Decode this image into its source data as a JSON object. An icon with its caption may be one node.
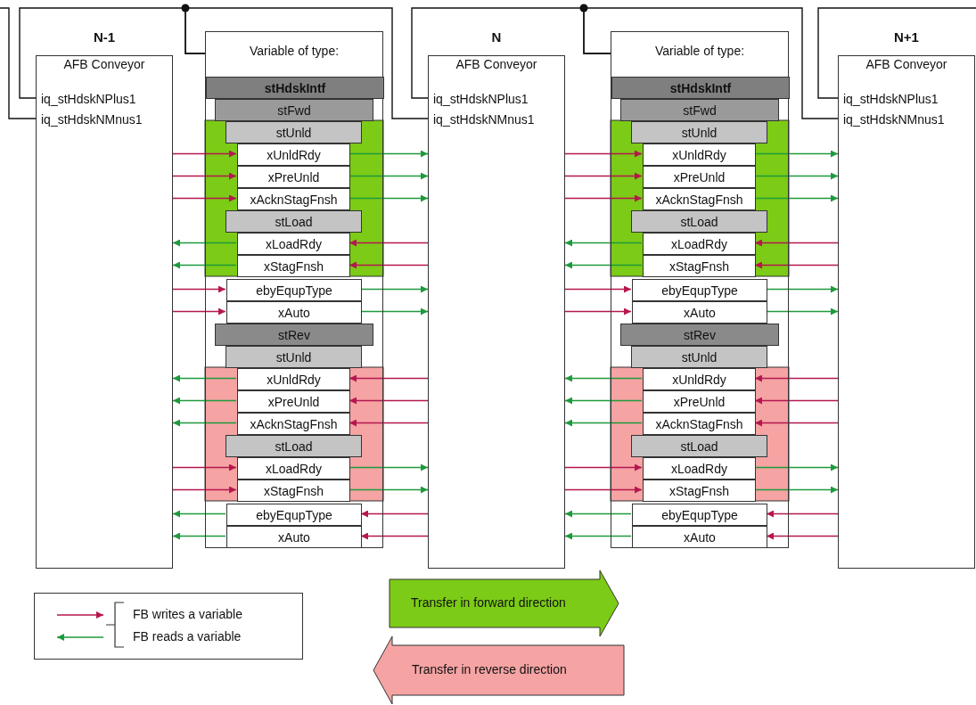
{
  "diagram": {
    "nodes": [
      {
        "text": [
          "N-1",
          "AFB Conveyor"
        ]
      },
      {
        "text": [
          "iq_stHdskNPlus1"
        ],
        "in": 0
      },
      {
        "text": [
          "iq_stHdskNMnus1"
        ],
        "in": 0
      },
      {
        "text": [
          "Variable of type:"
        ]
      },
      {
        "text": [
          "stHdskIntf"
        ],
        "in": 3
      },
      {
        "text": [
          "stFwd"
        ],
        "in": 3
      },
      {
        "text": [
          "stUnld"
        ],
        "in": 3
      },
      {
        "text": [
          "xUnldRdy"
        ],
        "in": 3
      },
      {
        "text": [
          "xPreUnld"
        ],
        "in": 3
      },
      {
        "text": [
          "xAcknStagFnsh"
        ],
        "in": 3
      },
      {
        "text": [
          "stLoad"
        ],
        "in": 3
      },
      {
        "text": [
          "xLoadRdy"
        ],
        "in": 3
      },
      {
        "text": [
          "xStagFnsh"
        ],
        "in": 3
      },
      {
        "text": [
          "ebyEqupType"
        ],
        "in": 3
      },
      {
        "text": [
          "xAuto"
        ],
        "in": 3
      },
      {
        "text": [
          "stRev"
        ],
        "in": 3
      },
      {
        "text": [
          "stUnld"
        ],
        "in": 3
      },
      {
        "text": [
          "xUnldRdy"
        ],
        "in": 3
      },
      {
        "text": [
          "xPreUnld"
        ],
        "in": 3
      },
      {
        "text": [
          "xAcknStagFnsh"
        ],
        "in": 3
      },
      {
        "text": [
          "stLoad"
        ],
        "in": 3
      },
      {
        "text": [
          "xLoadRdy"
        ],
        "in": 3
      },
      {
        "text": [
          "xStagFnsh"
        ],
        "in": 3
      },
      {
        "text": [
          "ebyEqupType"
        ],
        "in": 3
      },
      {
        "text": [
          "xAuto"
        ],
        "in": 3
      },
      {
        "text": [
          "N",
          "AFB Conveyor"
        ]
      },
      {
        "text": [
          "iq_stHdskNPlus1"
        ],
        "in": 25
      },
      {
        "text": [
          "iq_stHdskNMnus1"
        ],
        "in": 25
      },
      {
        "text": [
          "Variable of type:"
        ]
      },
      {
        "text": [
          "stHdskIntf"
        ],
        "in": 28
      },
      {
        "text": [
          "stFwd"
        ],
        "in": 28
      },
      {
        "text": [
          "stUnld"
        ],
        "in": 28
      },
      {
        "text": [
          "xUnldRdy"
        ],
        "in": 28
      },
      {
        "text": [
          "xPreUnld"
        ],
        "in": 28
      },
      {
        "text": [
          "xAcknStagFnsh"
        ],
        "in": 28
      },
      {
        "text": [
          "stLoad"
        ],
        "in": 28
      },
      {
        "text": [
          "xLoadRdy"
        ],
        "in": 28
      },
      {
        "text": [
          "xStagFnsh"
        ],
        "in": 28
      },
      {
        "text": [
          "ebyEqupType"
        ],
        "in": 28
      },
      {
        "text": [
          "xAuto"
        ],
        "in": 28
      },
      {
        "text": [
          "stRev"
        ],
        "in": 28
      },
      {
        "text": [
          "stUnld"
        ],
        "in": 28
      },
      {
        "text": [
          "xUnldRdy"
        ],
        "in": 28
      },
      {
        "text": [
          "xPreUnld"
        ],
        "in": 28
      },
      {
        "text": [
          "xAcknStagFnsh"
        ],
        "in": 28
      },
      {
        "text": [
          "stLoad"
        ],
        "in": 28
      },
      {
        "text": [
          "xLoadRdy"
        ],
        "in": 28
      },
      {
        "text": [
          "xStagFnsh"
        ],
        "in": 28
      },
      {
        "text": [
          "ebyEqupType"
        ],
        "in": 28
      },
      {
        "text": [
          "xAuto"
        ],
        "in": 28
      },
      {
        "text": [
          "N+1",
          "AFB Conveyor"
        ]
      },
      {
        "text": [
          "iq_stHdskNPlus1"
        ],
        "in": 50
      },
      {
        "text": [
          "iq_stHdskNMnus1"
        ],
        "in": 50
      },
      {
        "text": [
          "Transfer in forward direction"
        ]
      },
      {
        "text": [
          "Transfer in reverse direction"
        ]
      }
    ],
    "edges": [
      {
        "from": null,
        "to": 2,
        "arrow": "none",
        "color": "#111111"
      },
      {
        "from": 1,
        "to": 3,
        "arrow": "none",
        "color": "#111111"
      },
      {
        "from": 27,
        "to": 3,
        "arrow": "none",
        "color": "#111111"
      },
      {
        "from": 26,
        "to": 28,
        "arrow": "none",
        "color": "#111111"
      },
      {
        "from": 52,
        "to": 28,
        "arrow": "none",
        "color": "#111111"
      },
      {
        "from": 51,
        "to": null,
        "arrow": "none",
        "color": "#111111"
      },
      {
        "from": 0,
        "to": 7,
        "arrow": "to",
        "color": "#b5174f"
      },
      {
        "from": 7,
        "to": 25,
        "arrow": "to",
        "color": "#1e9a3c"
      },
      {
        "from": 0,
        "to": 8,
        "arrow": "to",
        "color": "#b5174f"
      },
      {
        "from": 8,
        "to": 25,
        "arrow": "to",
        "color": "#1e9a3c"
      },
      {
        "from": 0,
        "to": 9,
        "arrow": "to",
        "color": "#b5174f"
      },
      {
        "from": 9,
        "to": 25,
        "arrow": "to",
        "color": "#1e9a3c"
      },
      {
        "from": 11,
        "to": 0,
        "arrow": "to",
        "color": "#1e9a3c"
      },
      {
        "from": 25,
        "to": 11,
        "arrow": "to",
        "color": "#b5174f"
      },
      {
        "from": 12,
        "to": 0,
        "arrow": "to",
        "color": "#1e9a3c"
      },
      {
        "from": 25,
        "to": 12,
        "arrow": "to",
        "color": "#b5174f"
      },
      {
        "from": 0,
        "to": 13,
        "arrow": "to",
        "color": "#b5174f"
      },
      {
        "from": 13,
        "to": 25,
        "arrow": "to",
        "color": "#1e9a3c"
      },
      {
        "from": 0,
        "to": 14,
        "arrow": "to",
        "color": "#b5174f"
      },
      {
        "from": 14,
        "to": 25,
        "arrow": "to",
        "color": "#1e9a3c"
      },
      {
        "from": 17,
        "to": 0,
        "arrow": "to",
        "color": "#1e9a3c"
      },
      {
        "from": 25,
        "to": 17,
        "arrow": "to",
        "color": "#b5174f"
      },
      {
        "from": 18,
        "to": 0,
        "arrow": "to",
        "color": "#1e9a3c"
      },
      {
        "from": 25,
        "to": 18,
        "arrow": "to",
        "color": "#b5174f"
      },
      {
        "from": 19,
        "to": 0,
        "arrow": "to",
        "color": "#1e9a3c"
      },
      {
        "from": 25,
        "to": 19,
        "arrow": "to",
        "color": "#b5174f"
      },
      {
        "from": 0,
        "to": 21,
        "arrow": "to",
        "color": "#b5174f"
      },
      {
        "from": 21,
        "to": 25,
        "arrow": "to",
        "color": "#1e9a3c"
      },
      {
        "from": 0,
        "to": 22,
        "arrow": "to",
        "color": "#b5174f"
      },
      {
        "from": 22,
        "to": 25,
        "arrow": "to",
        "color": "#1e9a3c"
      },
      {
        "from": 23,
        "to": 0,
        "arrow": "to",
        "color": "#1e9a3c"
      },
      {
        "from": 25,
        "to": 23,
        "arrow": "to",
        "color": "#b5174f"
      },
      {
        "from": 24,
        "to": 0,
        "arrow": "to",
        "color": "#1e9a3c"
      },
      {
        "from": 25,
        "to": 24,
        "arrow": "to",
        "color": "#b5174f"
      },
      {
        "from": 25,
        "to": 32,
        "arrow": "to",
        "color": "#b5174f"
      },
      {
        "from": 32,
        "to": 50,
        "arrow": "to",
        "color": "#1e9a3c"
      },
      {
        "from": 25,
        "to": 33,
        "arrow": "to",
        "color": "#b5174f"
      },
      {
        "from": 33,
        "to": 50,
        "arrow": "to",
        "color": "#1e9a3c"
      },
      {
        "from": 25,
        "to": 34,
        "arrow": "to",
        "color": "#b5174f"
      },
      {
        "from": 34,
        "to": 50,
        "arrow": "to",
        "color": "#1e9a3c"
      },
      {
        "from": 36,
        "to": 25,
        "arrow": "to",
        "color": "#1e9a3c"
      },
      {
        "from": 50,
        "to": 36,
        "arrow": "to",
        "color": "#b5174f"
      },
      {
        "from": 37,
        "to": 25,
        "arrow": "to",
        "color": "#1e9a3c"
      },
      {
        "from": 50,
        "to": 37,
        "arrow": "to",
        "color": "#b5174f"
      },
      {
        "from": 25,
        "to": 38,
        "arrow": "to",
        "color": "#b5174f"
      },
      {
        "from": 38,
        "to": 50,
        "arrow": "to",
        "color": "#1e9a3c"
      },
      {
        "from": 25,
        "to": 39,
        "arrow": "to",
        "color": "#b5174f"
      },
      {
        "from": 39,
        "to": 50,
        "arrow": "to",
        "color": "#1e9a3c"
      },
      {
        "from": 42,
        "to": 25,
        "arrow": "to",
        "color": "#1e9a3c"
      },
      {
        "from": 50,
        "to": 42,
        "arrow": "to",
        "color": "#b5174f"
      },
      {
        "from": 43,
        "to": 25,
        "arrow": "to",
        "color": "#1e9a3c"
      },
      {
        "from": 50,
        "to": 43,
        "arrow": "to",
        "color": "#b5174f"
      },
      {
        "from": 44,
        "to": 25,
        "arrow": "to",
        "color": "#1e9a3c"
      },
      {
        "from": 50,
        "to": 44,
        "arrow": "to",
        "color": "#b5174f"
      },
      {
        "from": 25,
        "to": 46,
        "arrow": "to",
        "color": "#b5174f"
      },
      {
        "from": 46,
        "to": 50,
        "arrow": "to",
        "color": "#1e9a3c"
      },
      {
        "from": 25,
        "to": 47,
        "arrow": "to",
        "color": "#b5174f"
      },
      {
        "from": 47,
        "to": 50,
        "arrow": "to",
        "color": "#1e9a3c"
      },
      {
        "from": 48,
        "to": 25,
        "arrow": "to",
        "color": "#1e9a3c"
      },
      {
        "from": 50,
        "to": 48,
        "arrow": "to",
        "color": "#b5174f"
      },
      {
        "from": 49,
        "to": 25,
        "arrow": "to",
        "color": "#1e9a3c"
      },
      {
        "from": 50,
        "to": 49,
        "arrow": "to",
        "color": "#b5174f"
      }
    ],
    "legend": [
      {
        "text": "FB writes a variable"
      },
      {
        "text": "FB reads a variable"
      }
    ]
  }
}
